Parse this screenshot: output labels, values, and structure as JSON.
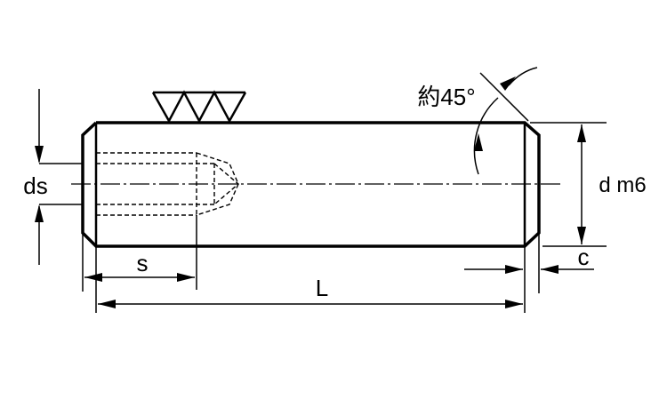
{
  "labels": {
    "ds": "ds",
    "s": "s",
    "L": "L",
    "d": "d m6",
    "c": "c",
    "angle": "約45°"
  },
  "symbols": {
    "surface_finish": "triangle-finish-mark"
  },
  "colors": {
    "line": "#000000",
    "background": "#ffffff"
  }
}
